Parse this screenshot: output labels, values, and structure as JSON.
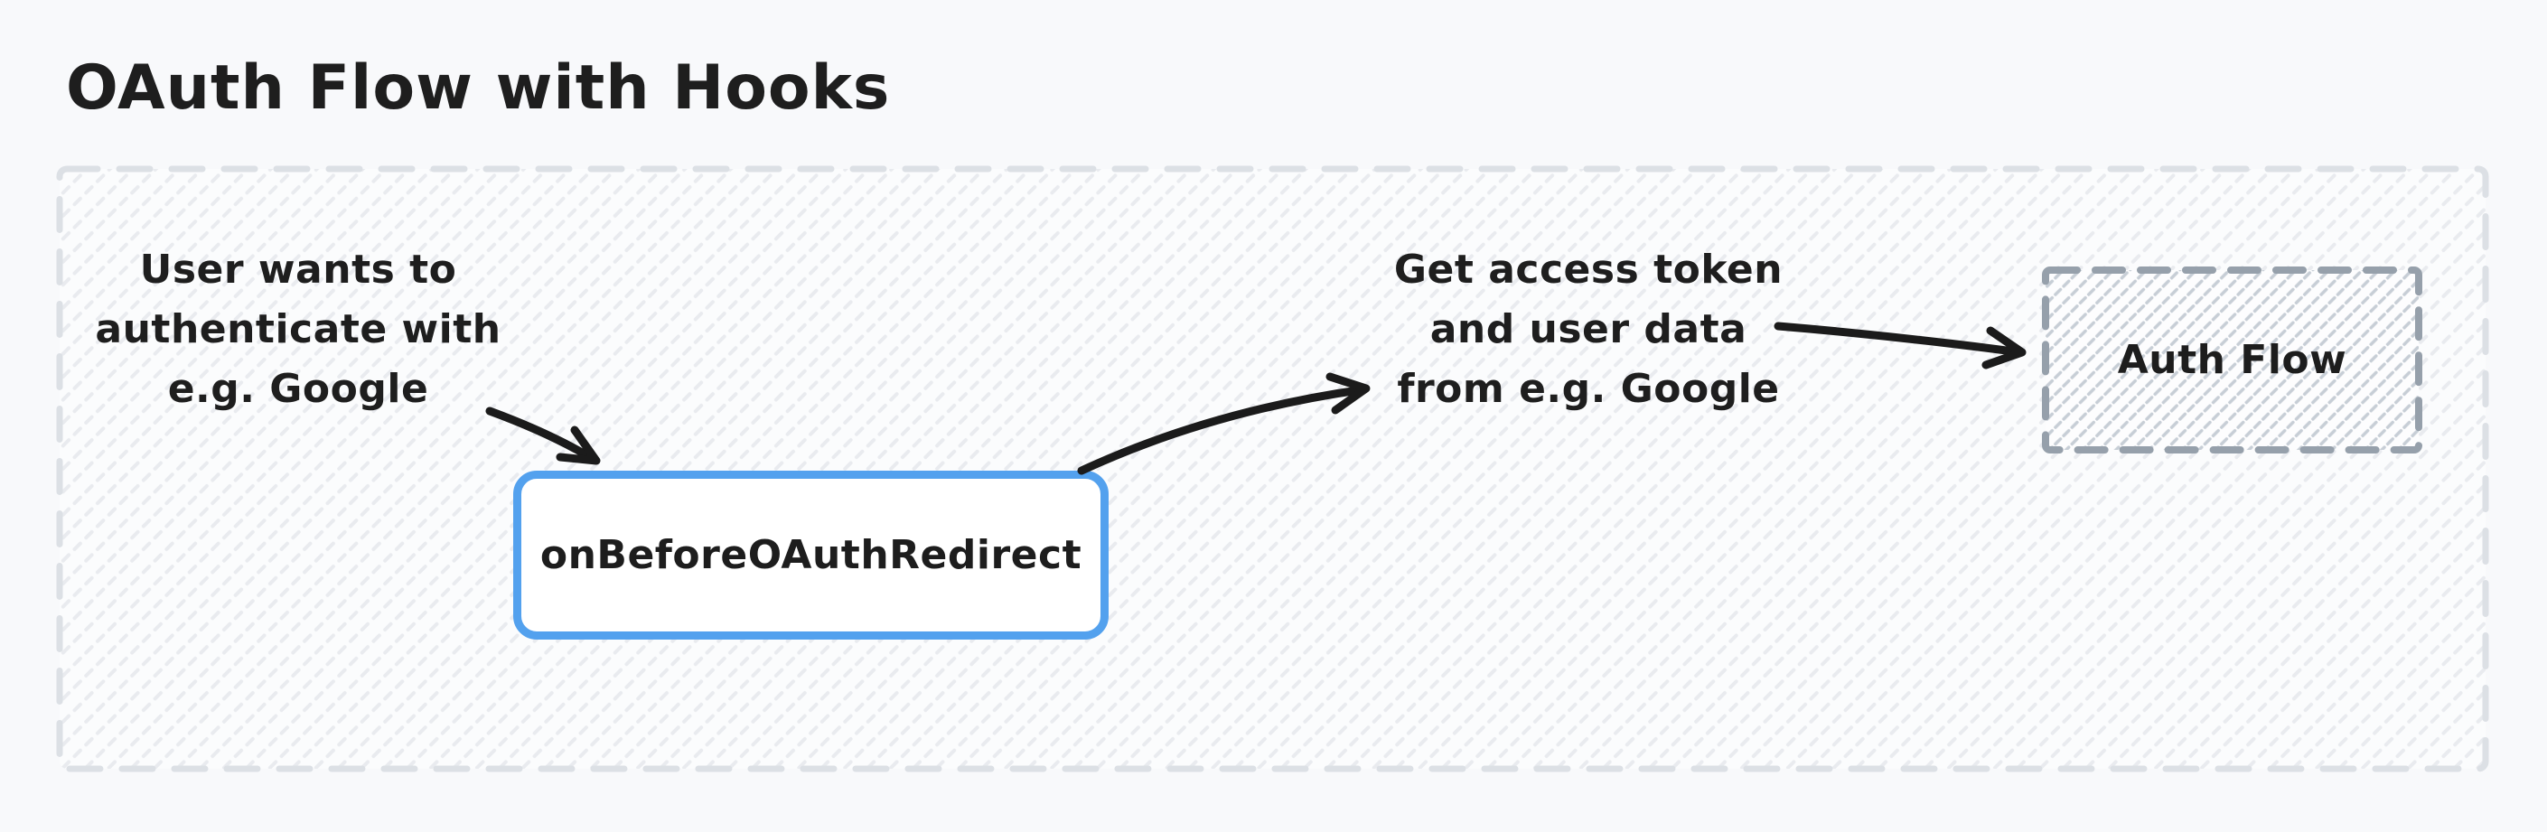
{
  "page": {
    "title": "OAuth Flow with Hooks"
  },
  "diagram": {
    "annotations": [
      {
        "id": "user-intent",
        "lines": [
          "User wants to",
          "authenticate with",
          "e.g. Google"
        ]
      },
      {
        "id": "token-exchange",
        "lines": [
          "Get access token",
          "and user data",
          "from e.g. Google"
        ]
      }
    ],
    "nodes": [
      {
        "id": "on-before-oauth-redirect",
        "label": "onBeforeOAuthRedirect",
        "style": "solid-blue"
      },
      {
        "id": "auth-flow",
        "label": "Auth Flow",
        "style": "dashed-hatched"
      }
    ],
    "edges": [
      {
        "from": "user-intent",
        "to": "on-before-oauth-redirect"
      },
      {
        "from": "on-before-oauth-redirect",
        "to": "token-exchange"
      },
      {
        "from": "token-exchange",
        "to": "auth-flow"
      }
    ]
  },
  "colors": {
    "background": "#f8f9fb",
    "ink": "#1e1e1e",
    "accent_blue": "#53a1ee",
    "frame_border": "#dce0e5",
    "frame_hatch": "#e9ebef",
    "dashed_node_border": "#96a0ab",
    "dashed_node_hatch": "#c7ced6"
  }
}
